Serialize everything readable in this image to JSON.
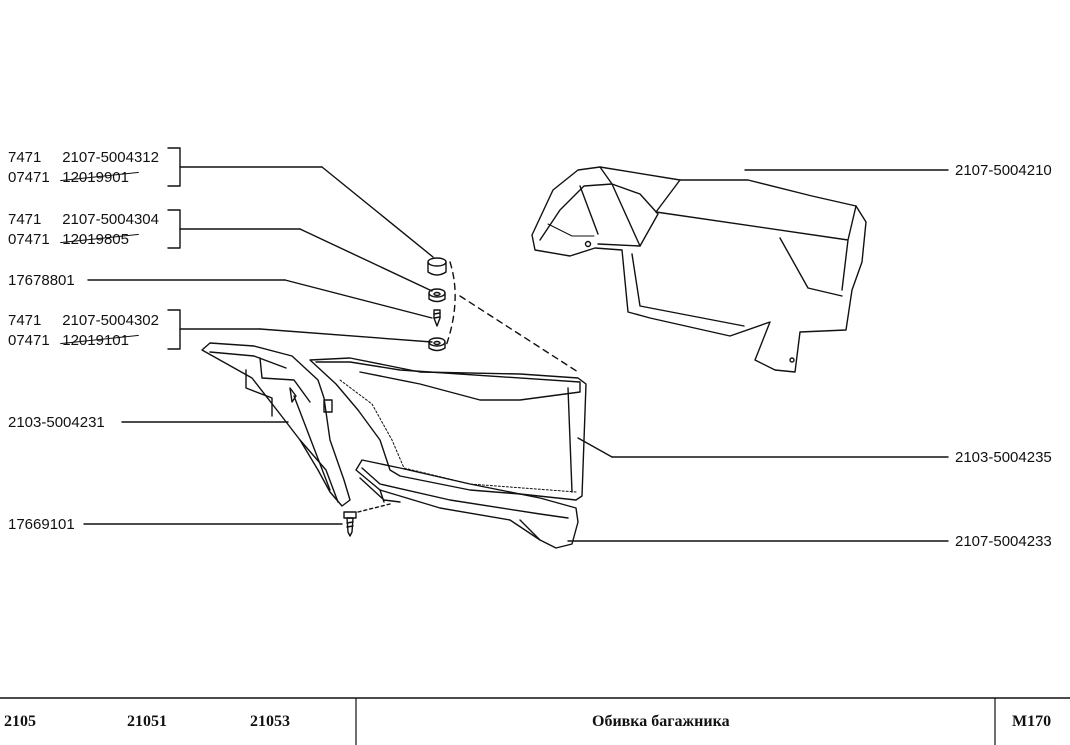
{
  "callouts": {
    "g1": {
      "a": "7471",
      "a_num": "2107-5004312",
      "b": "07471",
      "b_num": "12019901"
    },
    "g2": {
      "a": "7471",
      "a_num": "2107-5004304",
      "b": "07471",
      "b_num": "12019805"
    },
    "g3": {
      "a": "17678801"
    },
    "g4": {
      "a": "7471",
      "a_num": "2107-5004302",
      "b": "07471",
      "b_num": "12019101"
    },
    "left_panel": "2103-5004231",
    "screw": "17669101",
    "rear_shelf": "2107-5004210",
    "back_panel": "2103-5004235",
    "bottom_trim": "2107-5004233"
  },
  "footer": {
    "model_1": "2105",
    "model_2": "21051",
    "model_3": "21053",
    "title": "Обивка багажника",
    "code": "M170"
  }
}
